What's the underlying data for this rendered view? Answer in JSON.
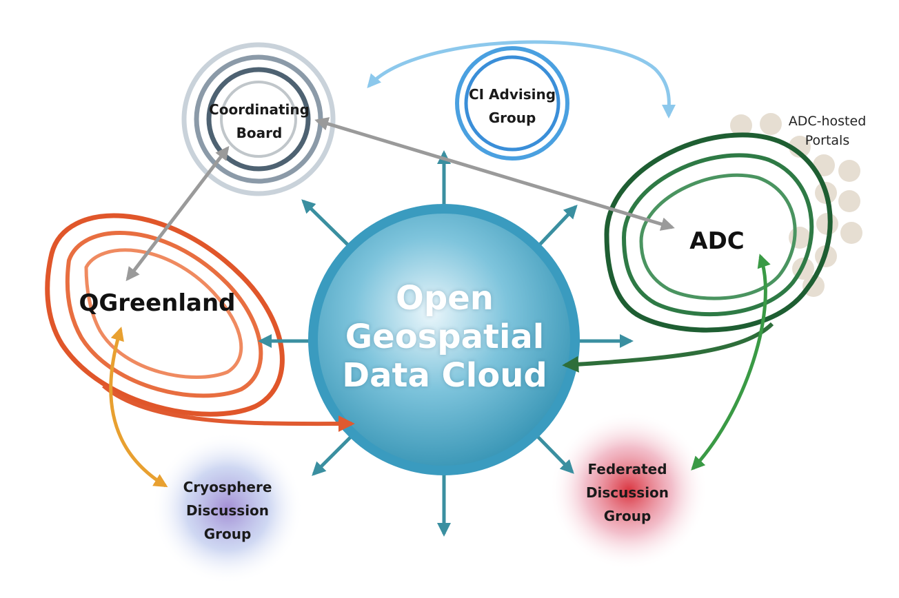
{
  "center": {
    "lines": [
      "Open",
      "Geospatial",
      "Data Cloud"
    ]
  },
  "coordinating_board": {
    "lines": [
      "Coordinating",
      "Board"
    ]
  },
  "ci_advising_group": {
    "lines": [
      "CI Advising",
      "Group"
    ]
  },
  "qgreenland": {
    "label": "QGreenland"
  },
  "adc": {
    "label": "ADC"
  },
  "adc_hosted_portals": {
    "lines": [
      "ADC-hosted",
      "Portals"
    ]
  },
  "cryosphere_group": {
    "lines": [
      "Cryosphere",
      "Discussion",
      "Group"
    ]
  },
  "federated_group": {
    "lines": [
      "Federated",
      "Discussion",
      "Group"
    ]
  },
  "colors": {
    "cloud": "#3a9bbf",
    "cloud_arrow": "#3a8fa0",
    "qgreenland": "#e06030",
    "adc": "#2e7a45",
    "coordinating": "#3c4f60",
    "ci_advising": "#3a8ed8",
    "cryosphere": "#8a78c8",
    "federated": "#d03040",
    "portals": "#e8e0d6",
    "gray_arrow": "#9a9a9a",
    "orange_arrow": "#e8a030",
    "green_arrow": "#3a9a45"
  }
}
